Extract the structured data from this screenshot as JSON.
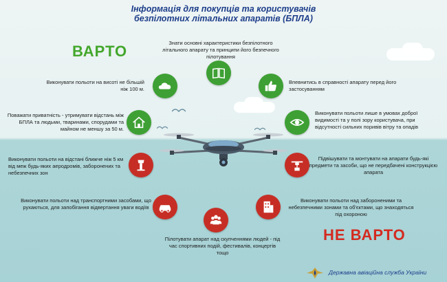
{
  "title": {
    "line1": "Інформація для покупців та користувачів",
    "line2": "безпілотних літальних апаратів (БПЛА)"
  },
  "headings": {
    "good": "ВАРТО",
    "bad": "НЕ ВАРТО"
  },
  "good_items": {
    "know": "Знати основні характеристики безпілотного літального апарату та принципи його безпечного пілотування",
    "altitude": "Виконувати польоти на висоті не більшій ніж 100 м.",
    "check": "Впевнитись в справності апарату перед його застосуванням",
    "privacy": "Поважати приватність - утримувати відстань між БПЛА та людьми, тваринами, спорудами та майном не меншу за 50 м.",
    "visibility": "Виконувати польоти лише в умовах доброї видимості та у полі зору користувача, при відсутності сильних поривів вітру та опадів"
  },
  "bad_items": {
    "airports": "Виконувати польоти на відстані ближче ніж 5 км від меж будь-яких аеродромів, заборонених та небезпечних зон",
    "attach": "Підвішувати та монтувати на апарати будь-які предмети та засоби, що не передбачені конструкцією апарата",
    "vehicles": "Виконувати польоти над транспортними засобами, що рухаються, для запобігання відвертання уваги водіїв",
    "zones": "Виконувати польоти над забороненими та небезпечними зонами та об'єктами, що знаходяться під охороною",
    "crowds": "Пілотувати апарат над скупченнями людей - під час спортивних подій, фестивалів, концертів тощо"
  },
  "icons": {
    "know": "book-icon",
    "altitude": "cloud-icon",
    "check": "thumbs-up-icon",
    "privacy": "house-icon",
    "visibility": "eye-icon",
    "airports": "airport-tower-icon",
    "attach": "drone-payload-icon",
    "vehicles": "car-icon",
    "zones": "building-icon",
    "crowds": "crowd-icon"
  },
  "footer": {
    "agency": "Державна авіаційна служба України"
  },
  "colors": {
    "good": "#3ea034",
    "bad": "#c62e25",
    "title": "#1d3e8a",
    "sky": "#e6f1f1",
    "ground": "#a7d2d6"
  }
}
